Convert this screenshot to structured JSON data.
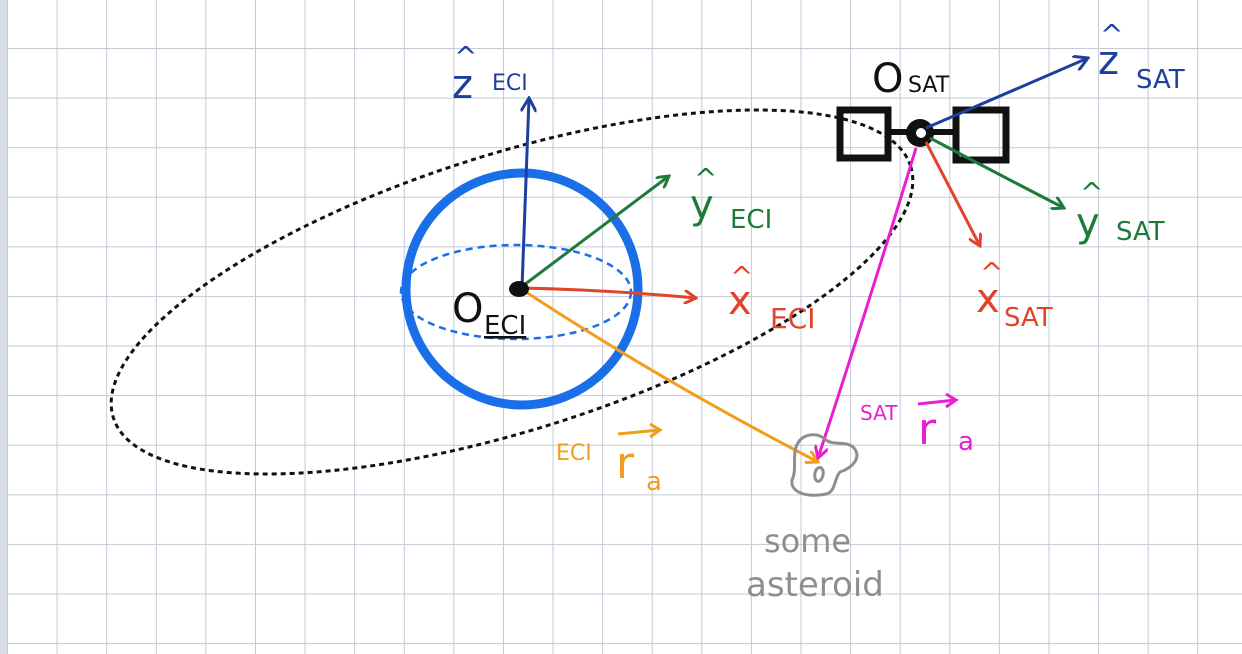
{
  "colors": {
    "grid": "#c3cad6",
    "earth": "#1a6fe8",
    "orbit": "#111111",
    "z_axis": "#1f3f9e",
    "y_axis": "#1e7a3c",
    "x_axis": "#e0442a",
    "r_eci": "#f29d1c",
    "r_sat": "#e81fd0",
    "asteroid": "#8e8e8e",
    "ink": "#111111"
  },
  "eci_frame": {
    "origin": {
      "O": "O",
      "sub": "ECI"
    },
    "z": {
      "hat": "^",
      "base": "z",
      "sub": "ECI"
    },
    "y": {
      "hat": "^",
      "base": "y",
      "sub": "ECI"
    },
    "x": {
      "hat": "^",
      "base": "x",
      "sub": "ECI"
    }
  },
  "sat_frame": {
    "origin": {
      "O": "O",
      "sub": "SAT"
    },
    "z": {
      "hat": "^",
      "base": "z",
      "sub": "SAT"
    },
    "y": {
      "hat": "^",
      "base": "y",
      "sub": "SAT"
    },
    "x": {
      "hat": "^",
      "base": "x",
      "sub": "SAT"
    }
  },
  "vectors": {
    "r_eci": {
      "pre": "ECI",
      "base": "r",
      "sub": "a"
    },
    "r_sat": {
      "pre": "SAT",
      "base": "r",
      "sub": "a"
    }
  },
  "asteroid": {
    "line1": "some",
    "line2": "asteroid"
  }
}
